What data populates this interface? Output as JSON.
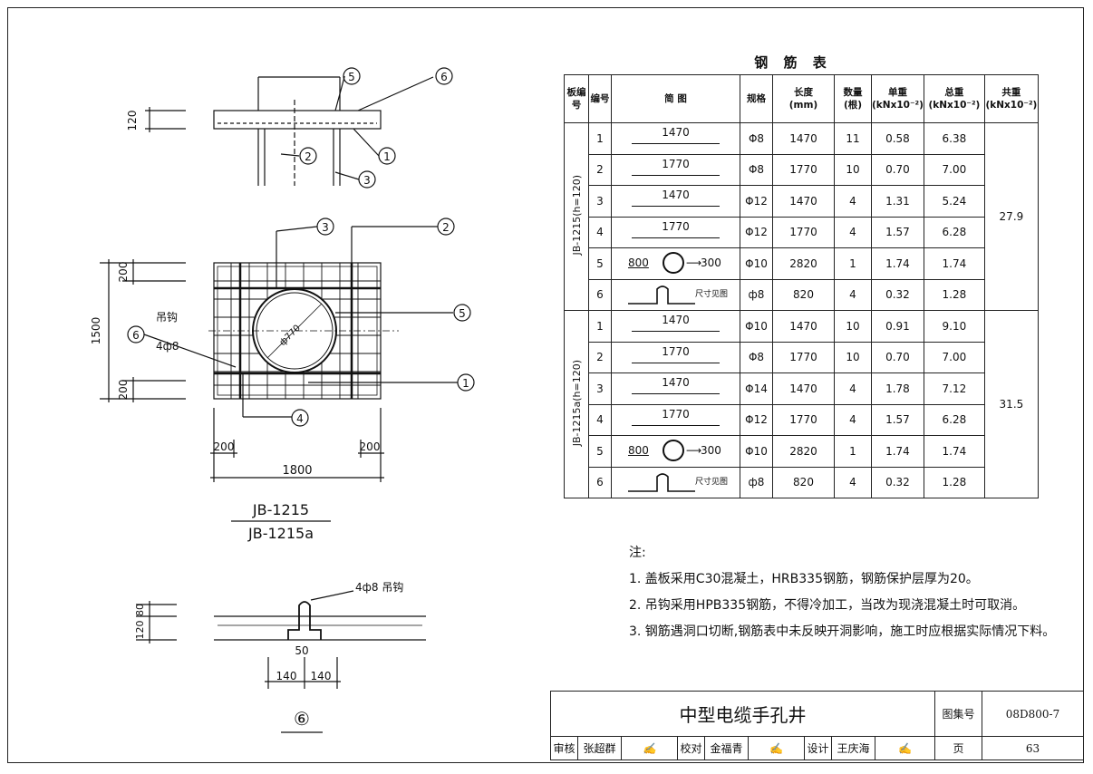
{
  "table": {
    "title": "钢 筋 表",
    "headers": [
      "板编号",
      "编号",
      "简    图",
      "规格",
      "长度\n(mm)",
      "数量\n(根)",
      "单重\n(kNx10⁻²)",
      "总重\n(kNx10⁻²)",
      "共重\n(kNx10⁻²)"
    ],
    "groups": [
      {
        "plate": "JB-1215(h=120)",
        "total": "27.9",
        "rows": [
          {
            "no": "1",
            "shape": "1470",
            "spec": "Φ8",
            "length": "1470",
            "qty": "11",
            "unit": "0.58",
            "sum": "6.38"
          },
          {
            "no": "2",
            "shape": "1770",
            "spec": "Φ8",
            "length": "1770",
            "qty": "10",
            "unit": "0.70",
            "sum": "7.00"
          },
          {
            "no": "3",
            "shape": "1470",
            "spec": "Φ12",
            "length": "1470",
            "qty": "4",
            "unit": "1.31",
            "sum": "5.24"
          },
          {
            "no": "4",
            "shape": "1770",
            "spec": "Φ12",
            "length": "1770",
            "qty": "4",
            "unit": "1.57",
            "sum": "6.28"
          },
          {
            "no": "5",
            "shape": "800",
            "shape2": "300",
            "spec": "Φ10",
            "length": "2820",
            "qty": "1",
            "unit": "1.74",
            "sum": "1.74"
          },
          {
            "no": "6",
            "shape": "尺寸见图",
            "spec": "ф8",
            "length": "820",
            "qty": "4",
            "unit": "0.32",
            "sum": "1.28"
          }
        ]
      },
      {
        "plate": "JB-1215a(h=120)",
        "total": "31.5",
        "rows": [
          {
            "no": "1",
            "shape": "1470",
            "spec": "Φ10",
            "length": "1470",
            "qty": "10",
            "unit": "0.91",
            "sum": "9.10"
          },
          {
            "no": "2",
            "shape": "1770",
            "spec": "Φ8",
            "length": "1770",
            "qty": "10",
            "unit": "0.70",
            "sum": "7.00"
          },
          {
            "no": "3",
            "shape": "1470",
            "spec": "Φ14",
            "length": "1470",
            "qty": "4",
            "unit": "1.78",
            "sum": "7.12"
          },
          {
            "no": "4",
            "shape": "1770",
            "spec": "Φ12",
            "length": "1770",
            "qty": "4",
            "unit": "1.57",
            "sum": "6.28"
          },
          {
            "no": "5",
            "shape": "800",
            "shape2": "300",
            "spec": "Φ10",
            "length": "2820",
            "qty": "1",
            "unit": "1.74",
            "sum": "1.74"
          },
          {
            "no": "6",
            "shape": "尺寸见图",
            "spec": "ф8",
            "length": "820",
            "qty": "4",
            "unit": "0.32",
            "sum": "1.28"
          }
        ]
      }
    ]
  },
  "notes": {
    "heading": "注:",
    "items": [
      "1. 盖板采用C30混凝土，HRB335钢筋，钢筋保护层厚为20。",
      "2. 吊钩采用HPB335钢筋，不得冷加工，当改为现浇混凝土时可取消。",
      "3. 钢筋遇洞口切断,钢筋表中未反映开洞影响，施工时应根据实际情况下料。"
    ]
  },
  "drawing": {
    "section_dim": "120",
    "callouts": [
      "1",
      "2",
      "3",
      "4",
      "5",
      "6"
    ],
    "plan_dims": {
      "total_h": "1500",
      "edge_top": "200",
      "edge_bottom": "200",
      "total_w": "1800",
      "edge_left": "200",
      "edge_right": "200"
    },
    "hook_label": "吊钩",
    "hook_spec": "4ф8",
    "hole_dia": "ф770",
    "plate_name_1": "JB-1215",
    "plate_name_2": "JB-1215a",
    "detail_label": "4ф8  吊钩",
    "detail_dims": {
      "thick": "120",
      "hook_h": "80",
      "width": "50",
      "left": "140",
      "right": "140"
    },
    "detail_title": "⑥"
  },
  "titleblock": {
    "title": "中型电缆手孔井",
    "atlas_label": "图集号",
    "atlas_no": "08D800-7",
    "review_label": "审核",
    "reviewer": "张超群",
    "check_label": "校对",
    "checker": "金福青",
    "design_label": "设计",
    "designer": "王庆海",
    "page_label": "页",
    "page_no": "63"
  }
}
